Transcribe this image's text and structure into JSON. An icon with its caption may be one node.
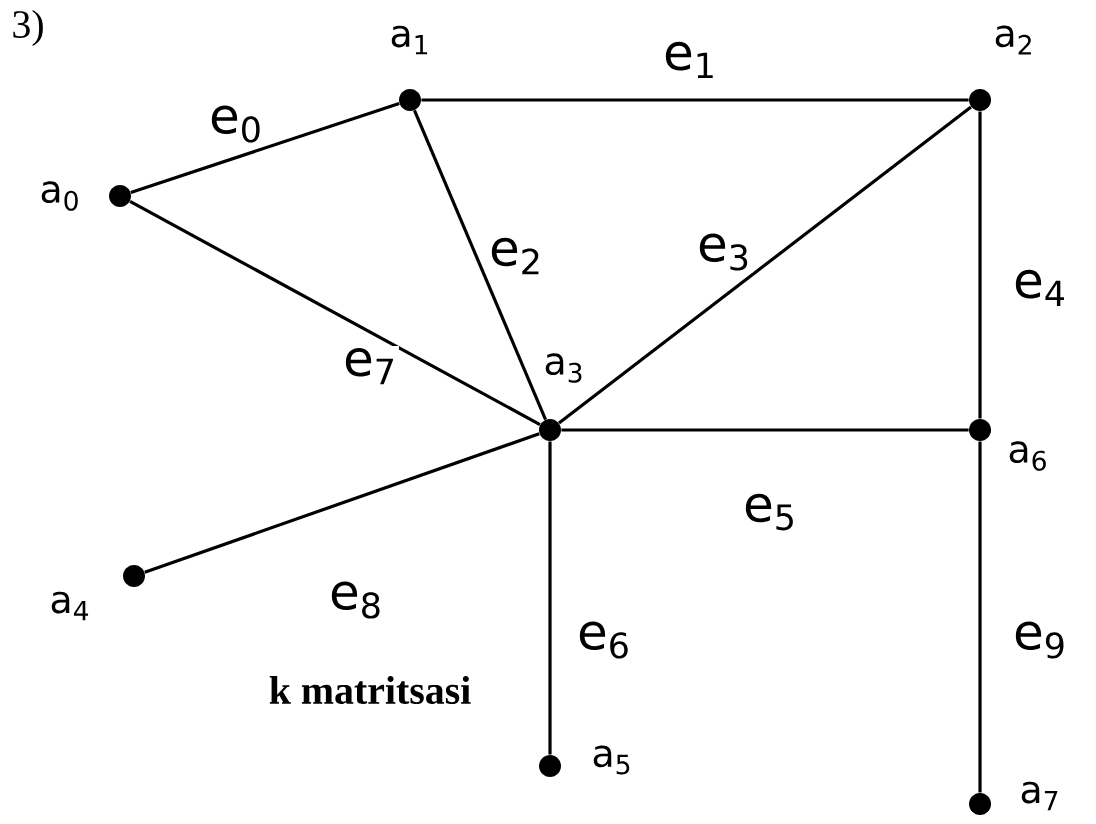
{
  "diagram": {
    "nodes": [
      {
        "text": [],
        "shape": "circle",
        "beside": [
          "a$_{0}$"
        ]
      },
      {
        "text": [],
        "shape": "circle",
        "beside": [
          "a$_{1}$"
        ]
      },
      {
        "text": [],
        "shape": "circle",
        "beside": [
          "a$_{2}$"
        ]
      },
      {
        "text": [],
        "shape": "circle",
        "beside": [
          "a$_{3}$"
        ]
      },
      {
        "text": [],
        "shape": "circle",
        "beside": [
          "a$_{4}$"
        ]
      },
      {
        "text": [],
        "shape": "circle",
        "beside": [
          "a$_{5}$"
        ]
      },
      {
        "text": [],
        "shape": "circle",
        "beside": [
          "a$_{6}$"
        ]
      },
      {
        "text": [],
        "shape": "circle",
        "beside": [
          "a$_{7}$"
        ]
      }
    ],
    "edges": [
      {
        "from": 0,
        "to": 1,
        "arrow": "none",
        "label": "e$_{0}$"
      },
      {
        "from": 1,
        "to": 2,
        "arrow": "none",
        "label": "e$_{1}$"
      },
      {
        "from": 1,
        "to": 3,
        "arrow": "none",
        "label": "e$_{2}$"
      },
      {
        "from": 3,
        "to": 2,
        "arrow": "none",
        "label": "e$_{3}$"
      },
      {
        "from": 2,
        "to": 6,
        "arrow": "none",
        "label": "e$_{4}$"
      },
      {
        "from": 3,
        "to": 6,
        "arrow": "none",
        "label": "e$_{5}$"
      },
      {
        "from": 3,
        "to": 5,
        "arrow": "none",
        "label": "e$_{6}$"
      },
      {
        "from": 0,
        "to": 3,
        "arrow": "none",
        "label": "e$_{7}$"
      },
      {
        "from": 4,
        "to": 3,
        "arrow": "none",
        "label": "e$_{8}$"
      },
      {
        "from": 6,
        "to": 7,
        "arrow": "none",
        "label": "e$_{9}$"
      }
    ],
    "labels": [
      "3)",
      "k matritsasi"
    ]
  }
}
